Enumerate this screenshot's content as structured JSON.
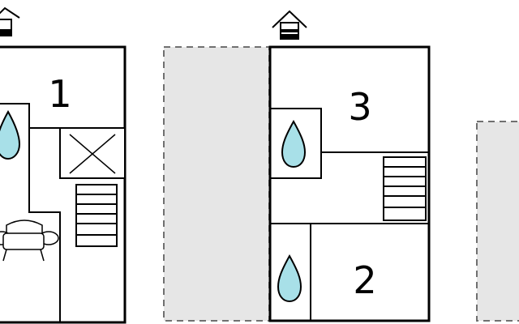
{
  "rooms": {
    "room_1": "1",
    "room_2": "2",
    "room_3": "3"
  },
  "icons": {
    "entrance": "house-entrance-icon",
    "water": "water-drop-icon",
    "stairs": "stairs-icon",
    "void": "open-void-icon",
    "sofa": "sofa-icon"
  },
  "colors": {
    "wall": "#000000",
    "water_fill": "#a8e0e8",
    "external_area": "#e6e6e6",
    "external_border": "#707070",
    "background": "#ffffff"
  }
}
